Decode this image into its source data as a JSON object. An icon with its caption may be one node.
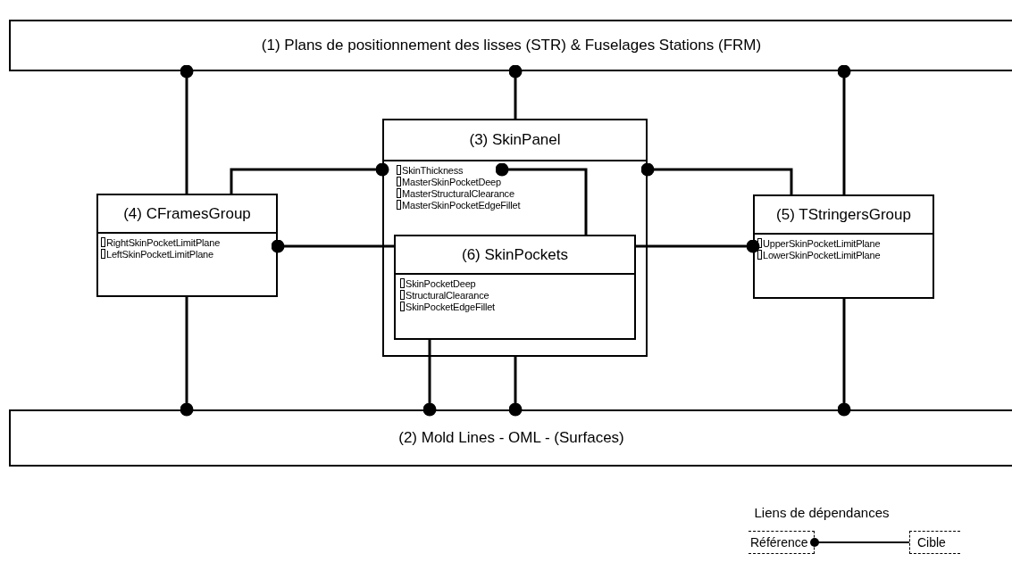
{
  "diagram": {
    "nodes": [
      {
        "text": [
          "(1) Plans de positionnement des lisses (STR) & Fuselages Stations (FRM)"
        ]
      },
      {
        "text": [
          "(2) Mold Lines - OML - (Surfaces)"
        ]
      },
      {
        "text": [
          "(3) SkinPanel",
          "SkinThickness",
          "MasterSkinPocketDeep",
          "MasterStructuralClearance",
          "MasterSkinPocketEdgeFillet"
        ]
      },
      {
        "text": [
          "(4) CFramesGroup",
          "RightSkinPocketLimitPlane",
          "LeftSkinPocketLimitPlane"
        ]
      },
      {
        "text": [
          "(5) TStringersGroup",
          "UpperSkinPocketLimitPlane",
          "LowerSkinPocketLimitPlane"
        ]
      },
      {
        "text": [
          "(6) SkinPockets",
          "SkinPocketDeep",
          "StructuralClearance",
          "SkinPocketEdgeFillet"
        ],
        "in": 2
      },
      {
        "text": [
          "Référence"
        ]
      },
      {
        "text": [
          "Cible"
        ]
      }
    ],
    "edges": [
      {
        "from": 3,
        "to": 0,
        "arrow": "other"
      },
      {
        "from": 2,
        "to": 0,
        "arrow": "other"
      },
      {
        "from": 4,
        "to": 0,
        "arrow": "other"
      },
      {
        "from": 3,
        "to": 2,
        "arrow": "other"
      },
      {
        "from": 5,
        "to": 2,
        "arrow": "other"
      },
      {
        "from": 4,
        "to": 2,
        "arrow": "other"
      },
      {
        "from": 5,
        "to": 3,
        "arrow": "other"
      },
      {
        "from": 5,
        "to": 4,
        "arrow": "other"
      },
      {
        "from": 3,
        "to": 1,
        "arrow": "other"
      },
      {
        "from": 5,
        "to": 1,
        "arrow": "other"
      },
      {
        "from": 2,
        "to": 1,
        "arrow": "other"
      },
      {
        "from": 4,
        "to": 1,
        "arrow": "other"
      },
      {
        "from": 7,
        "to": 6,
        "arrow": "other"
      }
    ],
    "labels": [
      "Liens de dépendances"
    ]
  }
}
